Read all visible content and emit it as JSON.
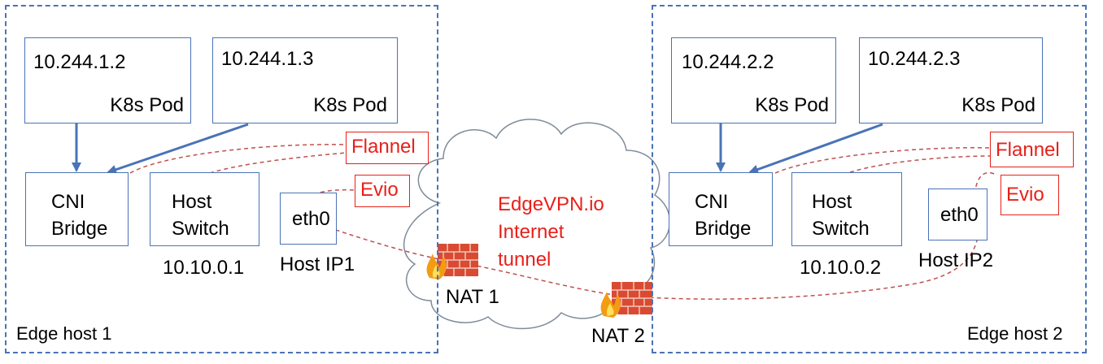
{
  "host1": {
    "label": "Edge host 1",
    "pod1": {
      "ip": "10.244.1.2",
      "label": "K8s Pod"
    },
    "pod2": {
      "ip": "10.244.1.3",
      "label": "K8s Pod"
    },
    "cni": {
      "line1": "CNI",
      "line2": "Bridge"
    },
    "switch": {
      "line1": "Host",
      "line2": "Switch",
      "ip": "10.10.0.1"
    },
    "eth": {
      "label": "eth0",
      "ip_label": "Host IP1"
    },
    "flannel": "Flannel",
    "evio": "Evio"
  },
  "host2": {
    "label": "Edge host 2",
    "pod1": {
      "ip": "10.244.2.2",
      "label": "K8s Pod"
    },
    "pod2": {
      "ip": "10.244.2.3",
      "label": "K8s Pod"
    },
    "cni": {
      "line1": "CNI",
      "line2": "Bridge"
    },
    "switch": {
      "line1": "Host",
      "line2": "Switch",
      "ip": "10.10.0.2"
    },
    "eth": {
      "label": "eth0",
      "ip_label": "Host IP2"
    },
    "flannel": "Flannel",
    "evio": "Evio"
  },
  "cloud": {
    "line1": "EdgeVPN.io",
    "line2": "Internet",
    "line3": "tunnel"
  },
  "nat1": "NAT 1",
  "nat2": "NAT 2",
  "colors": {
    "blue": "#4a73b6",
    "red": "#e8201a",
    "arrow": "#4a73b6"
  }
}
